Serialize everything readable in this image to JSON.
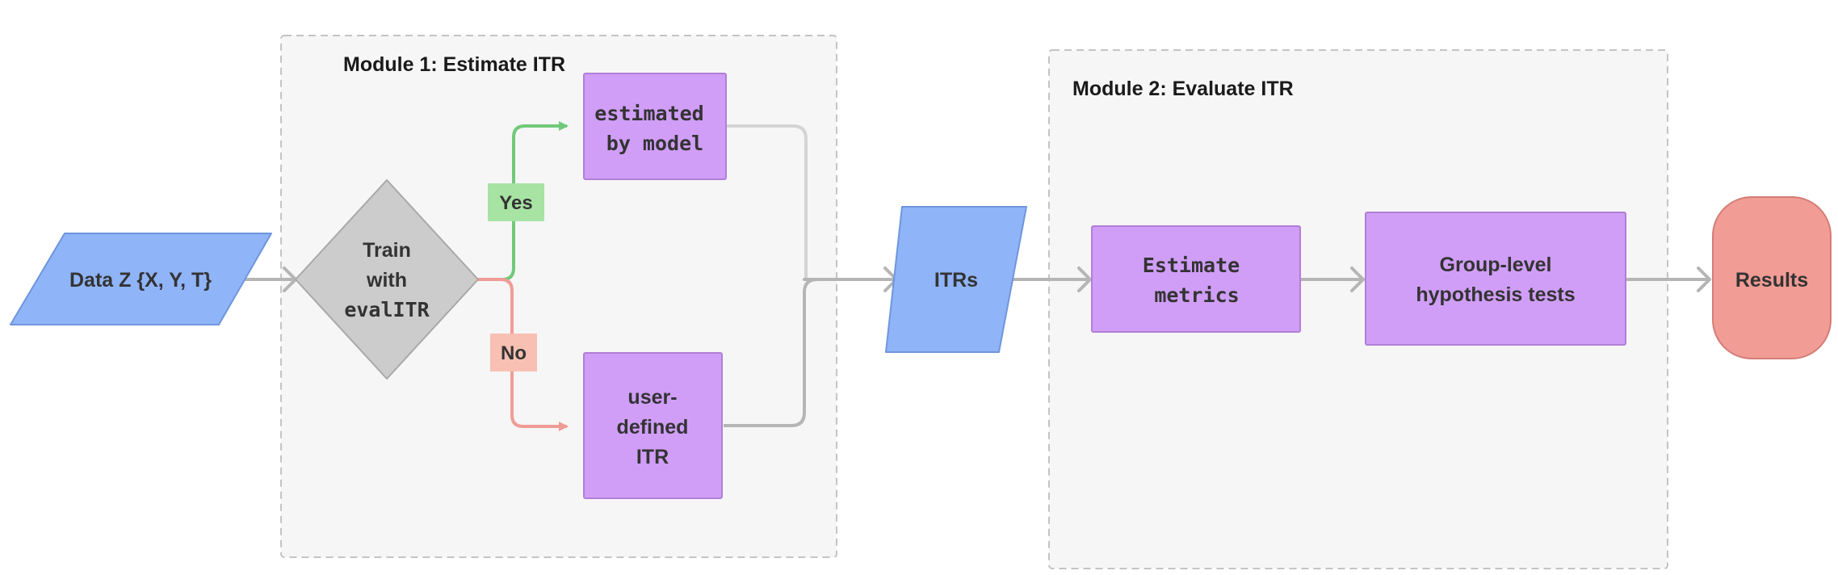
{
  "modules": [
    {
      "title": "Module 1: Estimate ITR"
    },
    {
      "title": "Module 2: Evaluate ITR"
    }
  ],
  "nodes": {
    "data": "Data Z {X, Y, T}",
    "decision": {
      "line1": "Train",
      "line2": "with",
      "line3": "evalITR"
    },
    "estimated": {
      "line1": "estimated",
      "line2": "by model"
    },
    "user_defined": {
      "line1": "user-",
      "line2": "defined",
      "line3": "ITR"
    },
    "itrs": "ITRs",
    "metrics": {
      "line1": "Estimate",
      "line2": "metrics"
    },
    "group_tests": {
      "line1": "Group-level",
      "line2": "hypothesis tests"
    },
    "results": "Results"
  },
  "branches": {
    "yes": "Yes",
    "no": "No"
  },
  "colors": {
    "data_blue": "#90b4f8",
    "process_purple": "#d09ef7",
    "decision_gray": "#cccccc",
    "results_red": "#f19c95",
    "yes_green": "#72c97a",
    "yes_badge": "#a7e3a3",
    "no_red": "#f09c96",
    "no_badge": "#f7c0b2",
    "module_fill": "#f6f6f6",
    "module_border": "#c4c4c4",
    "arrow_gray": "#b5b5b5"
  }
}
